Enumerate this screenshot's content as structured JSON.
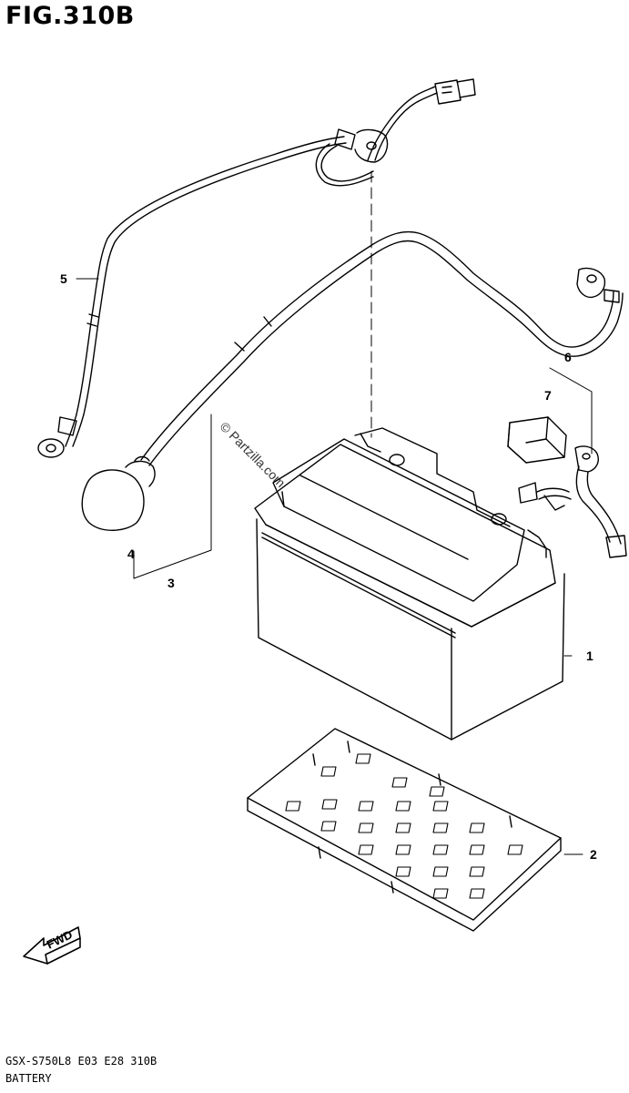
{
  "figure": {
    "title": "FIG.310B",
    "model_code": "GSX-S750L8  E03  E28  310B",
    "section_name": "BATTERY",
    "watermark": "© Partzilla.com",
    "fwd_label": "FWD"
  },
  "callouts": [
    "1",
    "2",
    "3",
    "4",
    "5",
    "6",
    "7"
  ],
  "parts": [
    {
      "ref": "1",
      "name": "battery-icon"
    },
    {
      "ref": "2",
      "name": "battery-tray-icon"
    },
    {
      "ref": "3",
      "name": "positive-lead-wire-icon"
    },
    {
      "ref": "4",
      "name": "terminal-cap-icon"
    },
    {
      "ref": "5",
      "name": "negative-lead-wire-icon"
    },
    {
      "ref": "6",
      "name": "starter-relay-lead-icon"
    },
    {
      "ref": "7",
      "name": "cushion-icon"
    }
  ]
}
